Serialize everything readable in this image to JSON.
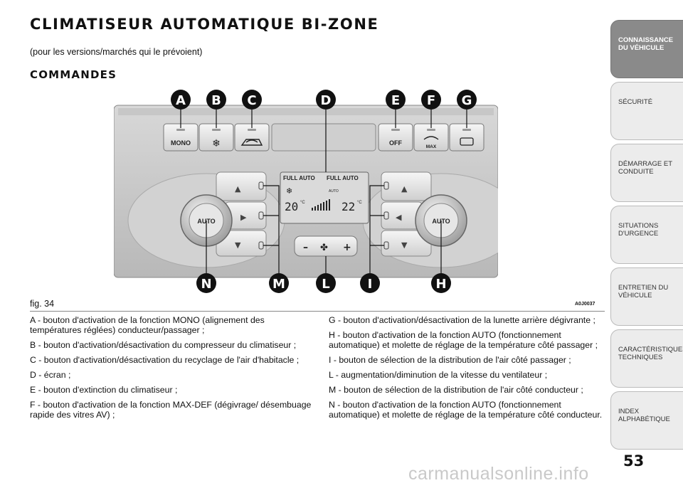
{
  "page": {
    "title": "CLIMATISEUR AUTOMATIQUE BI-ZONE",
    "subtitle": "(pour les versions/marchés qui le prévoient)",
    "section": "COMMANDES",
    "figure_label": "fig. 34",
    "figure_code": "A0J0037",
    "page_number": "53",
    "watermark": "carmanualsonline.info"
  },
  "figure": {
    "top_labels": [
      "A",
      "B",
      "C",
      "D",
      "E",
      "F",
      "G"
    ],
    "bottom_labels": [
      "N",
      "M",
      "L",
      "I",
      "H"
    ],
    "buttons": {
      "mono": "MONO",
      "off": "OFF",
      "max": "MAX",
      "auto_left": "AUTO",
      "auto_right": "AUTO"
    },
    "display": {
      "full_auto_left": "FULL AUTO",
      "full_auto_right": "FULL AUTO",
      "auto_small": "AUTO",
      "temp_left": "20",
      "temp_right": "22",
      "unit": "°C"
    },
    "fan": {
      "minus": "–",
      "plus": "+"
    }
  },
  "descriptions_left": [
    "A - bouton d'activation de la fonction MONO (alignement des températures réglées) conducteur/passager ;",
    "B - bouton d'activation/désactivation du compresseur du climatiseur ;",
    "C - bouton d'activation/désactivation du recyclage de l'air d'habitacle ;",
    "D - écran ;",
    "E - bouton d'extinction du climatiseur ;",
    "F - bouton d'activation de la fonction MAX-DEF (dégivrage/ désembuage rapide des vitres AV) ;"
  ],
  "descriptions_right": [
    "G - bouton d'activation/désactivation de la lunette arrière dégivrante ;",
    "H - bouton d'activation de la fonction AUTO (fonctionnement automatique) et molette de réglage de la température côté passager ;",
    "I - bouton de sélection de la distribution de l'air côté passager ;",
    "L - augmentation/diminution de la vitesse du ventilateur ;",
    "M - bouton de sélection de la distribution de l'air côté conducteur ;",
    "N - bouton d'activation de la fonction AUTO (fonctionnement automatique) et molette de réglage de la température côté conducteur."
  ],
  "tabs": [
    {
      "label": "CONNAISSANCE\nDU VÉHICULE",
      "active": true
    },
    {
      "label": "SÉCURITÉ",
      "active": false
    },
    {
      "label": "DÉMARRAGE ET\nCONDUITE",
      "active": false
    },
    {
      "label": "SITUATIONS\nD'URGENCE",
      "active": false
    },
    {
      "label": "ENTRETIEN DU\nVÉHICULE",
      "active": false
    },
    {
      "label": "CARACTÉRISTIQUES\nTECHNIQUES",
      "active": false
    },
    {
      "label": "INDEX\nALPHABÉTIQUE",
      "active": false
    }
  ]
}
